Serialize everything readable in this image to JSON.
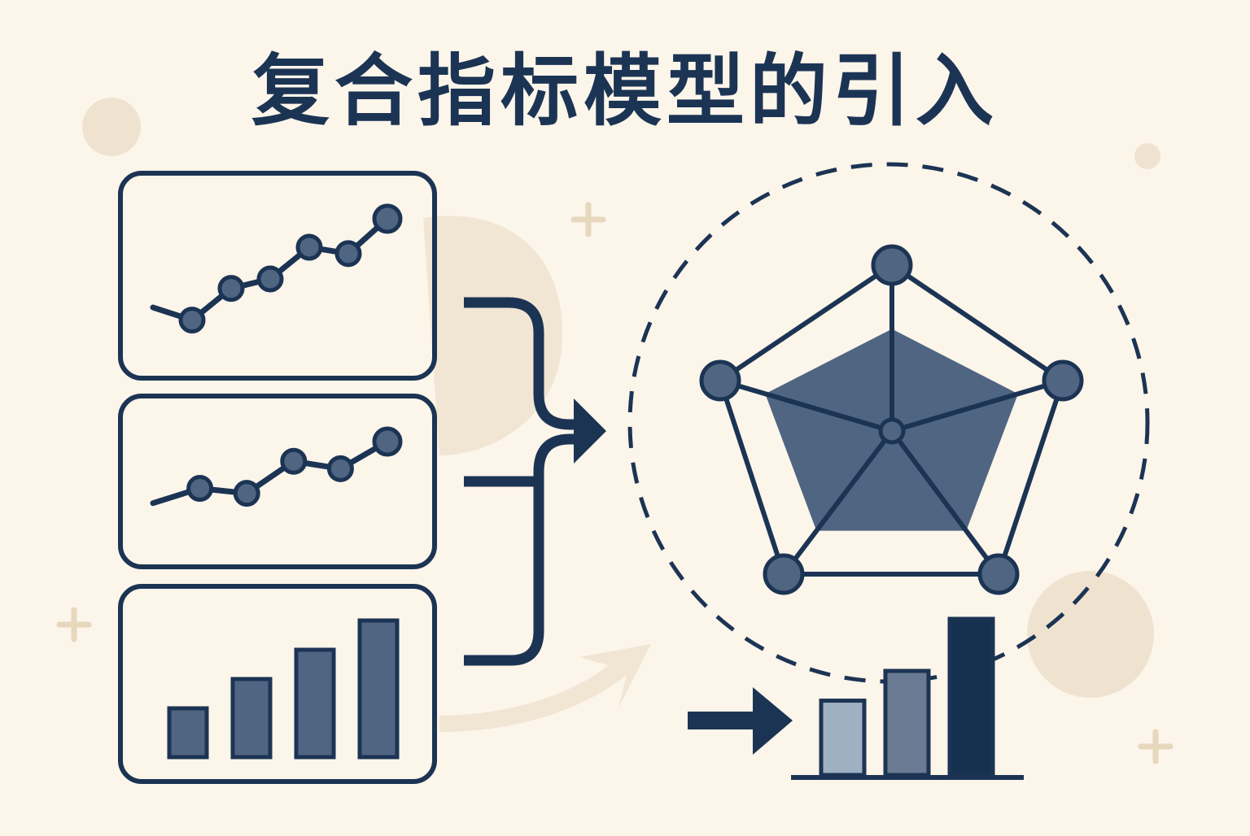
{
  "title": "复合指标模型的引入",
  "colors": {
    "background": "#fcf5ea",
    "ink": "#1c3454",
    "fill": "#4f6582",
    "decor": "#efe3d0",
    "bar_light": "#9fb0c2",
    "bar_mid": "#6a7a92",
    "bar_dark": "#16304f"
  },
  "input_panels": [
    {
      "type": "line",
      "values": [
        1.0,
        0.6,
        1.6,
        1.9,
        2.9,
        2.7,
        3.8
      ]
    },
    {
      "type": "line",
      "values": [
        1.0,
        1.6,
        1.4,
        2.7,
        2.4,
        3.5
      ]
    },
    {
      "type": "bar",
      "values": [
        1,
        1.6,
        2.2,
        2.8
      ]
    }
  ],
  "radar": {
    "axes": 5,
    "filled_values": [
      0.75,
      0.9,
      0.85,
      0.85,
      0.9
    ]
  },
  "output_bars": [
    {
      "value": 1,
      "color": "bar_light"
    },
    {
      "value": 1.4,
      "color": "bar_mid"
    },
    {
      "value": 2.1,
      "color": "bar_dark"
    }
  ],
  "icons": [
    "plus-sparkle-icon",
    "merge-arrow-icon",
    "right-arrow-icon"
  ]
}
